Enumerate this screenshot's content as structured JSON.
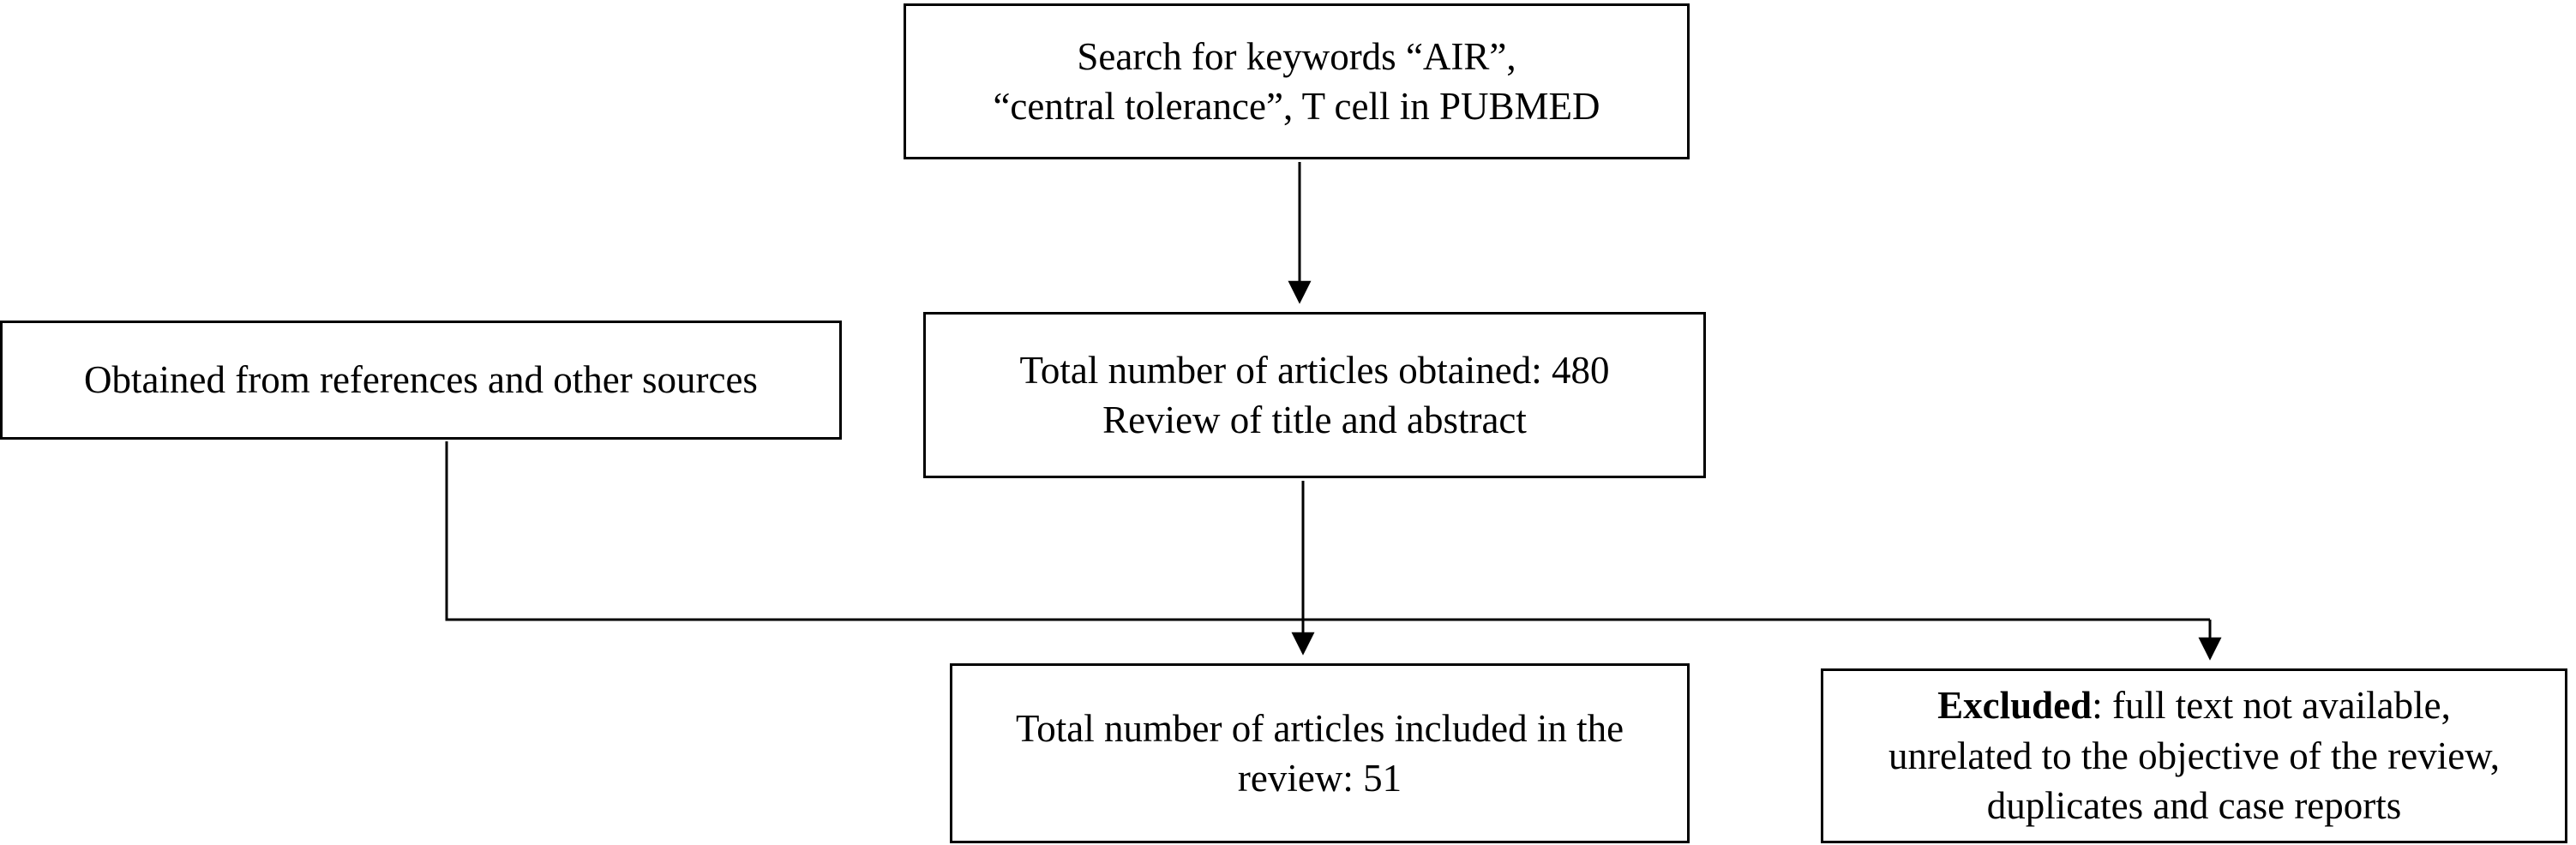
{
  "diagram": {
    "search_box": {
      "text": "Search for keywords “AIR”,\n“central tolerance”, T cell in PUBMED"
    },
    "references_box": {
      "text": "Obtained from references and other sources"
    },
    "obtained_box": {
      "text": "Total number of articles obtained: 480\nReview of title and abstract"
    },
    "included_box": {
      "text": "Total number of articles included in the\nreview: 51"
    },
    "excluded_box": {
      "line1_bold": "Excluded",
      "line1_rest": ": full text not available,",
      "line2": "unrelated to the objective of the review,",
      "line3": "duplicates and case reports"
    }
  },
  "colors": {
    "line": "#000000",
    "background": "#ffffff"
  }
}
